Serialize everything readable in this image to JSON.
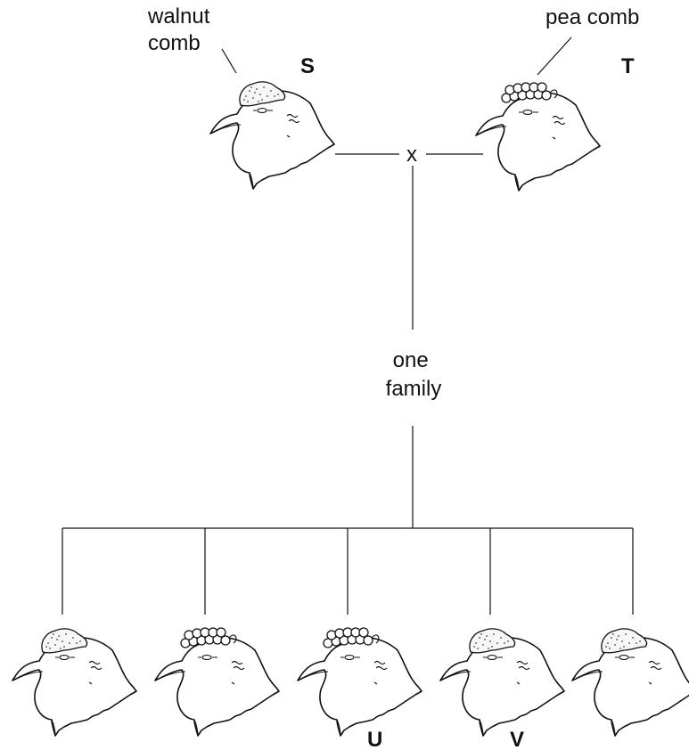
{
  "parents": {
    "S": {
      "label": "S",
      "comb": "walnut"
    },
    "T": {
      "label": "T",
      "comb": "pea"
    }
  },
  "annotations": {
    "walnut": "walnut\ncomb",
    "pea": "pea comb"
  },
  "cross_symbol": "x",
  "family_label": "one\nfamily",
  "offspring": [
    {
      "label": "",
      "comb": "walnut"
    },
    {
      "label": "",
      "comb": "pea"
    },
    {
      "label": "U",
      "comb": "pea"
    },
    {
      "label": "V",
      "comb": "walnut"
    },
    {
      "label": "",
      "comb": "walnut"
    }
  ]
}
